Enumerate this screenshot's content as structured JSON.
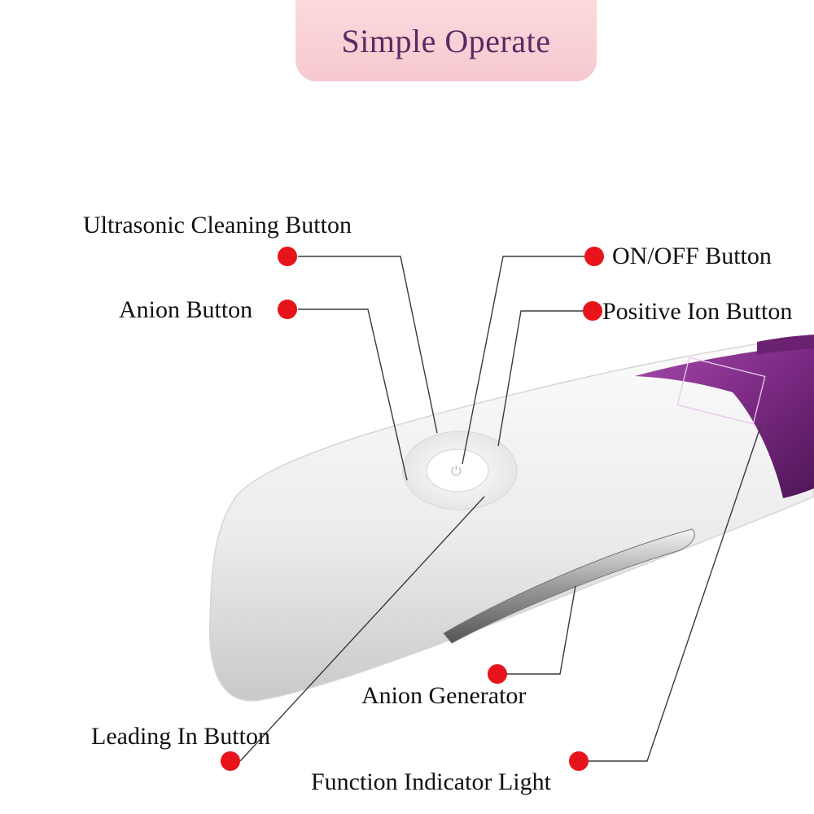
{
  "title": "Simple Operate",
  "callouts": [
    {
      "id": "ultrasonic",
      "label": "Ultrasonic Cleaning Button"
    },
    {
      "id": "onoff",
      "label": "ON/OFF Button"
    },
    {
      "id": "anion-button",
      "label": "Anion Button"
    },
    {
      "id": "positive-ion",
      "label": "Positive Ion Button"
    },
    {
      "id": "anion-generator",
      "label": "Anion Generator"
    },
    {
      "id": "leading-in",
      "label": "Leading In Button"
    },
    {
      "id": "indicator",
      "label": "Function Indicator Light"
    }
  ],
  "colors": {
    "dot": "#e8141b",
    "accent_purple": "#8a2e8f",
    "title_bg": "#f8cfd5",
    "title_text": "#5a2a62"
  }
}
